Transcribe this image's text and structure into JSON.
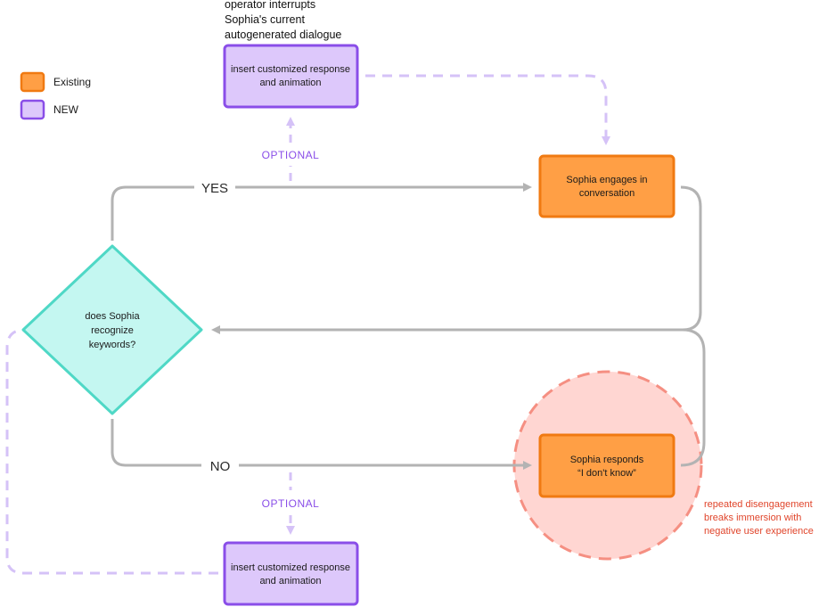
{
  "colors": {
    "existing_fill": "#ff9f45",
    "existing_stroke": "#f07a12",
    "new_fill": "#ddc8fb",
    "new_stroke": "#8a4ee8",
    "decision_fill": "#c4f7f1",
    "decision_stroke": "#4fd8c6",
    "connector": "#b3b3b3",
    "dashed_connector": "#d5c2f7",
    "warning_fill": "#ffd6d2",
    "warning_stroke": "#f58f82",
    "warning_text": "#e0452b",
    "optional_text": "#8a4ee8"
  },
  "legend": {
    "items": [
      {
        "label": "Existing",
        "kind": "existing"
      },
      {
        "label": "NEW",
        "kind": "new"
      }
    ]
  },
  "top_note": {
    "lines": [
      "operator interrupts",
      "Sophia's current",
      "autogenerated dialogue"
    ]
  },
  "nodes": {
    "insert_top": {
      "lines": [
        "insert customized response",
        "and animation"
      ],
      "kind": "new"
    },
    "insert_bottom": {
      "lines": [
        "insert customized response",
        "and animation"
      ],
      "kind": "new"
    },
    "engages": {
      "lines": [
        "Sophia engages in",
        "conversation"
      ],
      "kind": "existing"
    },
    "responds": {
      "lines": [
        "Sophia responds",
        "“I don't know”"
      ],
      "kind": "existing"
    },
    "decision": {
      "lines": [
        "does Sophia",
        "recognize",
        "keywords?"
      ],
      "kind": "decision"
    }
  },
  "branches": {
    "yes": "YES",
    "no": "NO",
    "optional_top": "OPTIONAL",
    "optional_bottom": "OPTIONAL"
  },
  "warning": {
    "lines": [
      "repeated disengagement",
      "breaks immersion with",
      "negative user experience"
    ]
  }
}
